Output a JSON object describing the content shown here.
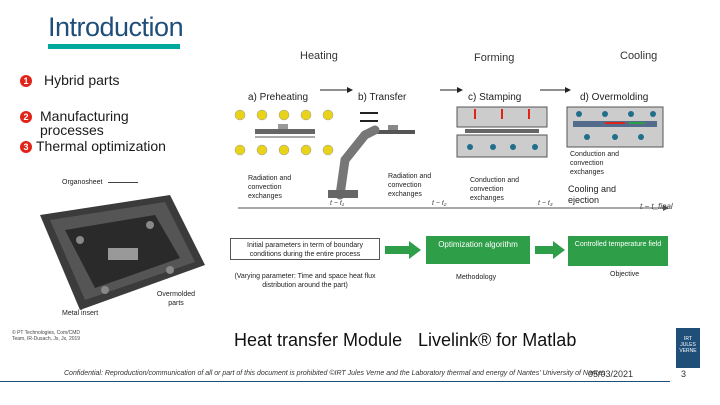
{
  "header": {
    "title": "Introduction"
  },
  "agenda": [
    {
      "num": "1",
      "label": "Hybrid parts"
    },
    {
      "num": "2",
      "label": "Manufacturing processes"
    },
    {
      "num": "3",
      "label": "Thermal optimization"
    }
  ],
  "stages": {
    "heating": "Heating",
    "forming": "Forming",
    "cooling": "Cooling"
  },
  "steps": {
    "a": "a) Preheating",
    "b": "b) Transfer",
    "c": "c) Stamping",
    "d": "d) Overmolding"
  },
  "annotations": {
    "radiation1": "Radiation and convection exchanges",
    "radiation2": "Radiation and convection exchanges",
    "conduction1": "Conduction and convection exchanges",
    "conduction2": "Conduction and convection exchanges",
    "cooling_ejection": "Cooling and ejection",
    "t1": "t − t₁",
    "t2": "t − t₂",
    "t3": "t − t₃",
    "tfinal": "t − t_final"
  },
  "part_labels": {
    "organosheet": "Organosheet",
    "overmolded": "Overmolded parts",
    "metal_insert": "Metal insert",
    "copyright": "© PT Technologies, Com/CMD Team, IR-Dusach, Jx, Jx, 2019"
  },
  "flow": {
    "initial_params": "Initial parameters in term of boundary conditions during the entire process",
    "varying": "(Varying parameter: Time and space heat flux distribution around the part)",
    "optimization": "Optimization algorithm",
    "methodology": "Methodology",
    "controlled": "Controlled temperature field",
    "objective": "Objective"
  },
  "modules": {
    "heat": "Heat transfer Module",
    "livelink": "Livelink® for Matlab"
  },
  "footer": {
    "text": "Confidential: Reproduction/communication of all or part of this document is prohibited ©IRT Jules Verne and the Laboratory thermal and energy of Nantes' University of Nantes",
    "date": "05/03/2021",
    "page": "3",
    "logo": "IRT JULES VERNE"
  },
  "colors": {
    "accent": "#00a99d",
    "title": "#1f4e79",
    "green": "#2e9e48",
    "red": "#e2231a"
  }
}
